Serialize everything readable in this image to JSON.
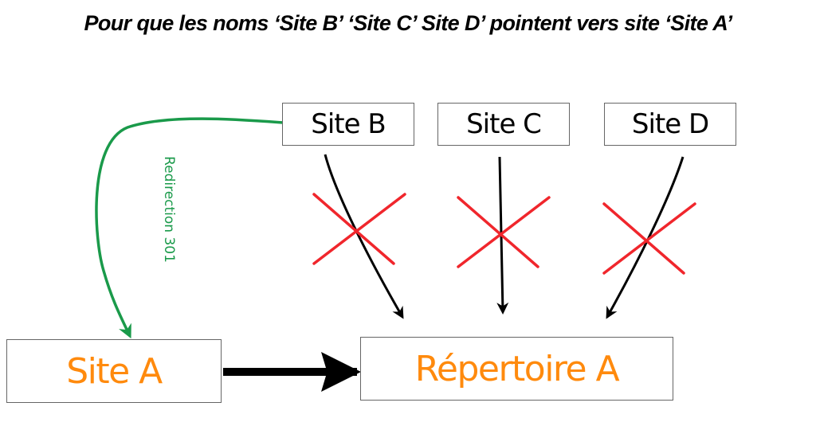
{
  "title": "Pour que les noms ‘Site B’ ‘Site C’ Site D’ pointent vers site ‘Site A’",
  "nodes": {
    "site_b": "Site B",
    "site_c": "Site C",
    "site_d": "Site D",
    "site_a": "Site A",
    "repertoire_a": "Répertoire A"
  },
  "edges": [
    {
      "from": "Site B",
      "to": "Site A",
      "label": "Redirection 301",
      "color": "#1a9a4a",
      "blocked": false
    },
    {
      "from": "Site B",
      "to": "Répertoire A",
      "blocked": true
    },
    {
      "from": "Site C",
      "to": "Répertoire A",
      "blocked": true
    },
    {
      "from": "Site D",
      "to": "Répertoire A",
      "blocked": true
    },
    {
      "from": "Site A",
      "to": "Répertoire A",
      "blocked": false
    }
  ],
  "redirect_label": "Redirection 301",
  "colors": {
    "accent_orange": "#ff8a0d",
    "redirect_green": "#1a9a4a",
    "cross_red": "#f0262c"
  }
}
